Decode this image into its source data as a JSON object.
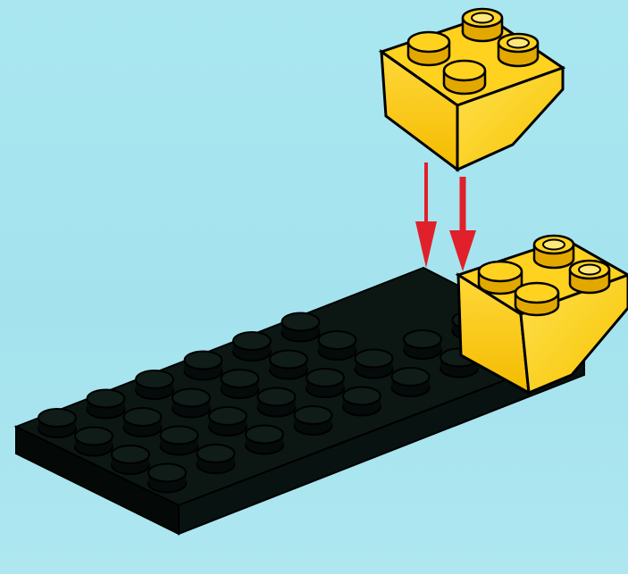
{
  "colors": {
    "background": "#a8e5ef",
    "plate": "#0c1714",
    "plate_side": "#050b0a",
    "plate_stud": "#0f1c18",
    "brick_light": "#ffd21f",
    "brick_mid": "#f2b800",
    "brick_dark": "#d79b00",
    "outline": "#000000",
    "arrow": "#e0202a"
  },
  "components": [
    {
      "name": "black-plate",
      "kind": "plate",
      "studs_wide": 4,
      "studs_long": 8,
      "color": "black"
    },
    {
      "name": "yellow-slope-brick",
      "kind": "inverted-slope",
      "studs": 4,
      "color": "yellow",
      "count": 2
    }
  ],
  "arrows": [
    {
      "name": "placement-arrow-left",
      "direction": "down"
    },
    {
      "name": "placement-arrow-right",
      "direction": "down"
    }
  ]
}
